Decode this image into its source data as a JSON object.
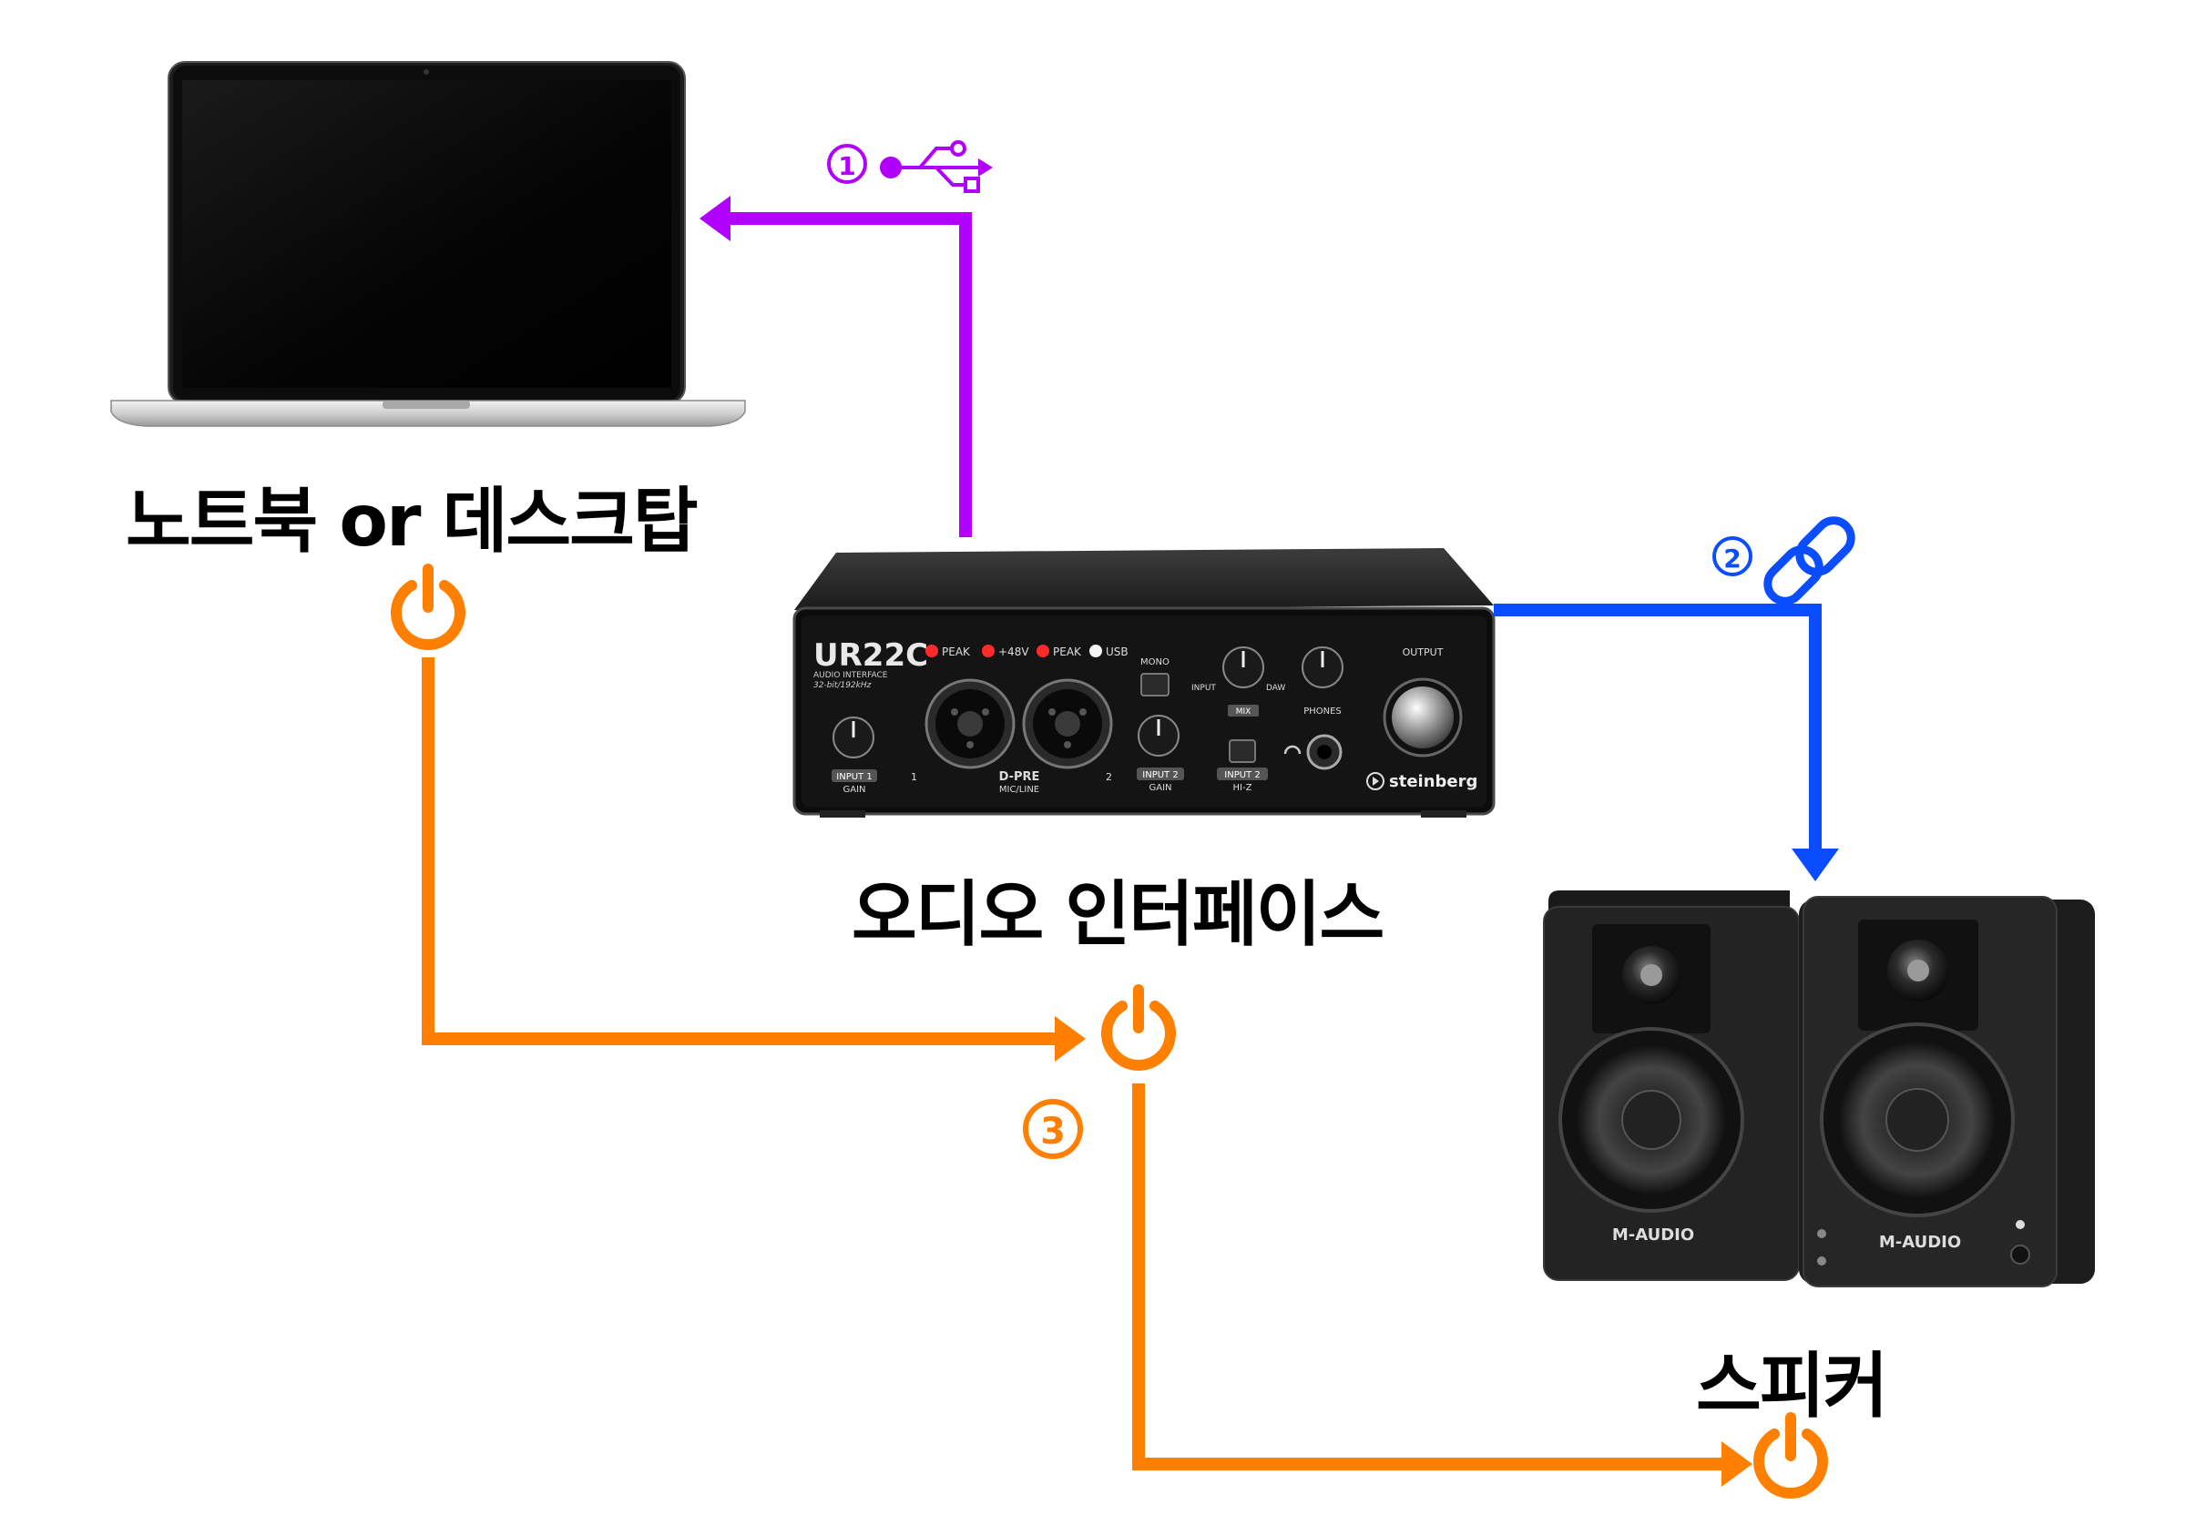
{
  "labels": {
    "computer": "노트북 or 데스크탑",
    "interface": "오디오 인터페이스",
    "speaker": "스피커"
  },
  "steps": [
    {
      "num": "1",
      "icon": "usb-icon",
      "color": "#b200ff"
    },
    {
      "num": "2",
      "icon": "link-icon",
      "color": "#0a4dff"
    },
    {
      "num": "3",
      "icon": "power-icon",
      "color": "#ff7f00"
    }
  ],
  "interface_panel": {
    "model": "UR22C",
    "subtitle": "AUDIO INTERFACE",
    "spec": "32-bit/192kHz",
    "peak1": "PEAK",
    "phantom": "+48V",
    "peak2": "PEAK",
    "usb": "USB",
    "mono": "MONO",
    "input_daw_left": "INPUT",
    "input_daw_right": "DAW",
    "mix": "MIX",
    "phones": "PHONES",
    "output": "OUTPUT",
    "input1": "INPUT 1",
    "gain1": "GAIN",
    "ch1": "1",
    "dpre": "D-PRE",
    "micline": "MIC/LINE",
    "ch2": "2",
    "input2": "INPUT 2",
    "gain2": "GAIN",
    "input2b": "INPUT 2",
    "hiz": "HI-Z",
    "brand": "steinberg"
  },
  "speaker_brand": {
    "left": "M-AUDIO",
    "right": "M-AUDIO"
  },
  "colors": {
    "usb": "#b200ff",
    "audio": "#0a4dff",
    "power": "#ff7f00"
  }
}
